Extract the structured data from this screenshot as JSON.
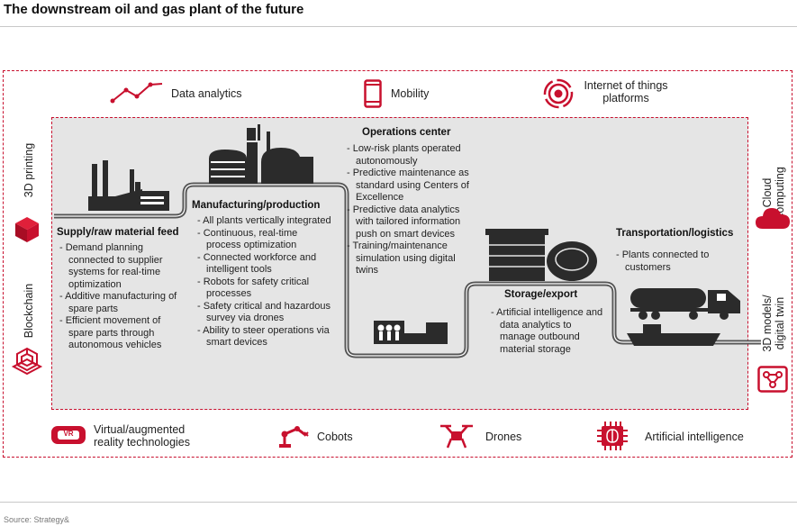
{
  "title": "The downstream oil and gas plant of the future",
  "source": "Source: Strategy&",
  "top_bar": {
    "data_analytics": "Data analytics",
    "mobility": "Mobility",
    "iot": [
      "Internet of things",
      "platforms"
    ]
  },
  "left_bar": {
    "printing_3d": "3D printing",
    "blockchain": "Blockchain"
  },
  "right_bar": {
    "cloud": [
      "Cloud",
      "computing"
    ],
    "models_3d": [
      "3D models/",
      "digital twin"
    ]
  },
  "bottom_bar": {
    "vr_badge": "VR",
    "vr": [
      "Virtual/augmented",
      "reality technologies"
    ],
    "cobots": "Cobots",
    "drones": "Drones",
    "ai": "Artificial intelligence"
  },
  "stages": {
    "supply": {
      "heading": "Supply/raw material feed",
      "items": [
        "- Demand planning connected to supplier systems for real-time optimization",
        "- Additive manufacturing of spare parts",
        "- Efficient movement of spare parts through autonomous vehicles"
      ]
    },
    "manufacturing": {
      "heading": "Manufacturing/production",
      "items": [
        "- All plants vertically integrated",
        "- Continuous, real-time process optimization",
        "- Connected workforce and intelligent tools",
        "- Robots for safety critical processes",
        "- Safety critical and hazardous survey via drones",
        "- Ability to steer operations via smart devices"
      ]
    },
    "operations": {
      "heading": "Operations center",
      "items": [
        "- Low-risk plants operated autonomously",
        "- Predictive maintenance as standard using Centers of Excellence",
        "- Predictive data analytics with tailored information push on smart devices",
        "- Training/maintenance simulation using digital twins"
      ]
    },
    "storage": {
      "heading": "Storage/export",
      "items": [
        "- Artificial intelligence and data analytics to manage outbound material storage"
      ]
    },
    "transport": {
      "heading": "Transportation/logistics",
      "items": [
        "- Plants connected to customers"
      ]
    }
  },
  "colors": {
    "accent": "#c8102e",
    "panel": "#e5e5e5",
    "ink": "#222222"
  }
}
